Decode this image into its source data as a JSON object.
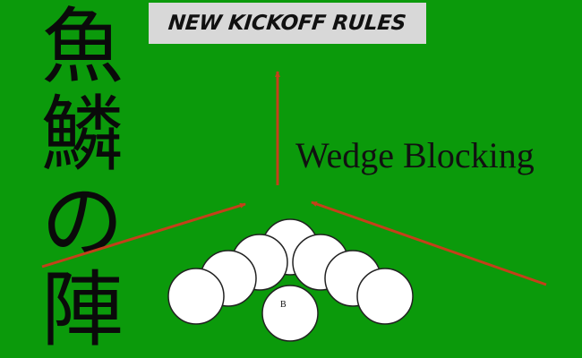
{
  "banner": {
    "text": "NEW KICKOFF RULES"
  },
  "side_title": {
    "chars": [
      "魚",
      "鱗",
      "の",
      "陣"
    ]
  },
  "diagram": {
    "label": "Wedge Blocking",
    "player_label": "B",
    "colors": {
      "field": "#0b9a0b",
      "arrow": "#c4401a",
      "player_fill": "#ffffff",
      "player_stroke": "#222222"
    }
  }
}
